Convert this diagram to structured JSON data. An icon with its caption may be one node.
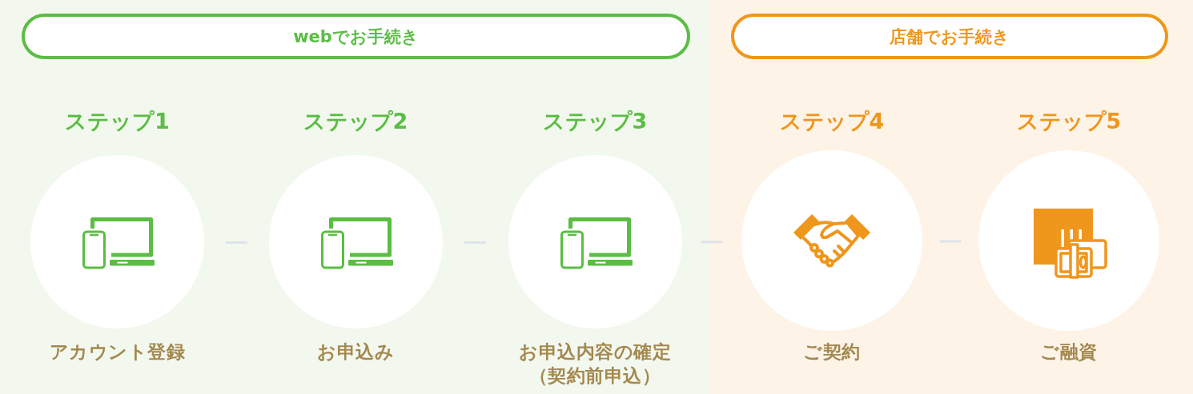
{
  "diagram": {
    "nodes": [
      {
        "text": [],
        "shape": "box"
      },
      {
        "text": [
          "webでお手続き"
        ],
        "in": 0
      },
      {
        "text": [
          "ステップ1"
        ],
        "beside": [
          "アカウント登録"
        ],
        "in": 0
      },
      {
        "text": [
          "ステップ2"
        ],
        "beside": [
          "お申込み"
        ],
        "in": 0
      },
      {
        "text": [
          "ステップ3"
        ],
        "beside": [
          "お申込内容の確定（契約前申込）"
        ],
        "in": 0
      },
      {
        "text": [],
        "shape": "box"
      },
      {
        "text": [
          "店舗でお手続き"
        ],
        "in": 5
      },
      {
        "text": [
          "ステップ4"
        ],
        "beside": [
          "ご契約"
        ],
        "in": 5
      },
      {
        "text": [
          "ステップ5"
        ],
        "beside": [
          "ご融資"
        ],
        "in": 5
      }
    ],
    "edges": [
      {
        "from": 2,
        "to": 3,
        "arrow": "none"
      },
      {
        "from": 3,
        "to": 4,
        "arrow": "none"
      },
      {
        "from": 4,
        "to": 7,
        "arrow": "none"
      },
      {
        "from": 7,
        "to": 8,
        "arrow": "none"
      }
    ]
  }
}
